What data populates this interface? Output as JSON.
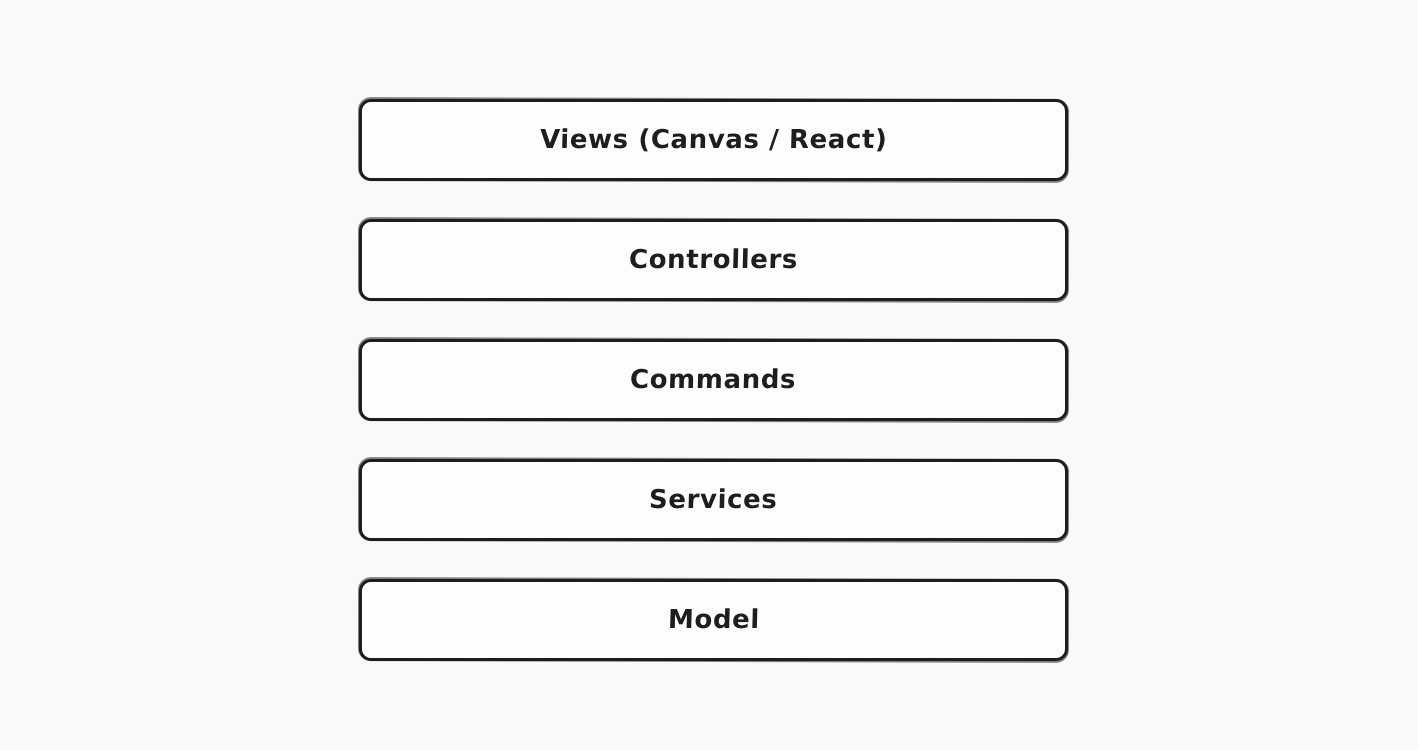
{
  "diagram": {
    "type": "layered-architecture",
    "layers": [
      {
        "label": "Views (Canvas / React)"
      },
      {
        "label": "Controllers"
      },
      {
        "label": "Commands"
      },
      {
        "label": "Services"
      },
      {
        "label": "Model"
      }
    ],
    "colors": {
      "background": "#f8f9fa",
      "box_fill": "#fdfdfd",
      "stroke": "#1e1e1e"
    }
  }
}
